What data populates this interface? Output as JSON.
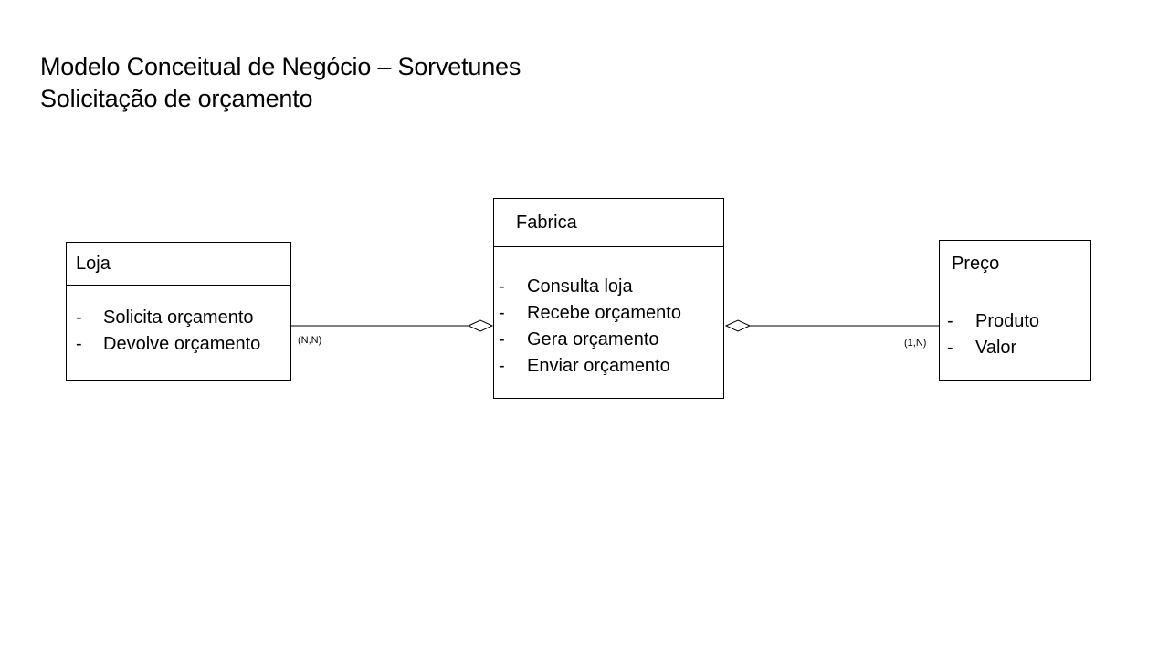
{
  "title": {
    "line1": "Modelo Conceitual de Negócio – Sorvetunes",
    "line2": "Solicitação de orçamento"
  },
  "entities": {
    "loja": {
      "name": "Loja",
      "attributes": [
        "Solicita orçamento",
        "Devolve orçamento"
      ]
    },
    "fabrica": {
      "name": "Fabrica",
      "attributes": [
        "Consulta loja",
        "Recebe orçamento",
        "Gera orçamento",
        "Enviar orçamento"
      ]
    },
    "preco": {
      "name": "Preço",
      "attributes": [
        "Produto",
        "Valor"
      ]
    }
  },
  "relationships": {
    "loja_fabrica": {
      "cardinality": "(N,N)",
      "symbol": "aggregation-diamond"
    },
    "preco_fabrica": {
      "cardinality": "(1,N)",
      "symbol": "aggregation-diamond"
    }
  },
  "bullet": "-"
}
